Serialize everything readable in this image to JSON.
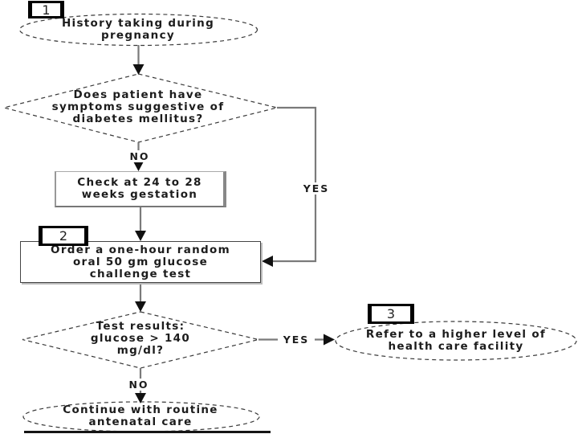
{
  "flowchart": {
    "step_labels": {
      "one": "1",
      "two": "2",
      "three": "3"
    },
    "start_oval": "History taking during\npregnancy",
    "decision1": "Does patient have\nsymptoms suggestive of\ndiabetes mellitus?",
    "decision1_no": "NO",
    "decision1_yes": "YES",
    "check_box": "Check at 24 to 28\nweeks gestation",
    "order_box": "Order a one-hour random\noral 50 gm glucose\nchallenge test",
    "decision2": "Test results:\nglucose > 140\nmg/dl?",
    "decision2_yes": "YES",
    "decision2_no": "NO",
    "refer_oval": "Refer to a higher level of\nhealth care facility",
    "continue_oval": "Continue with routine\nantenatal care"
  },
  "colors": {
    "background": "#ffffff",
    "shape_border": "#3a3a3a",
    "connector_line": "#7a7a7a",
    "arrowhead": "#111111",
    "text": "#1c1c1c",
    "step_box_border": "#000000",
    "bottom_bar": "#141414"
  }
}
